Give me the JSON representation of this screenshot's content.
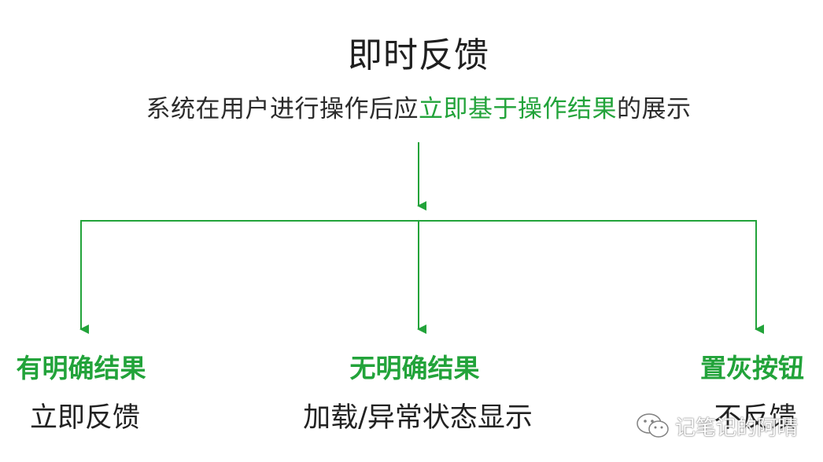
{
  "title": "即时反馈",
  "subtitle": {
    "before": "系统在用户进行操作后应",
    "highlight": "立即基于操作结果",
    "after": "的展示"
  },
  "colors": {
    "accent": "#22a33a",
    "text": "#222222"
  },
  "branches": [
    {
      "title": "有明确结果",
      "desc": "立即反馈"
    },
    {
      "title": "无明确结果",
      "desc": "加载/异常状态显示"
    },
    {
      "title": "置灰按钮",
      "desc": "不反馈"
    }
  ],
  "watermark": {
    "icon": "wechat-icon",
    "text": "记笔记的阿晴"
  }
}
